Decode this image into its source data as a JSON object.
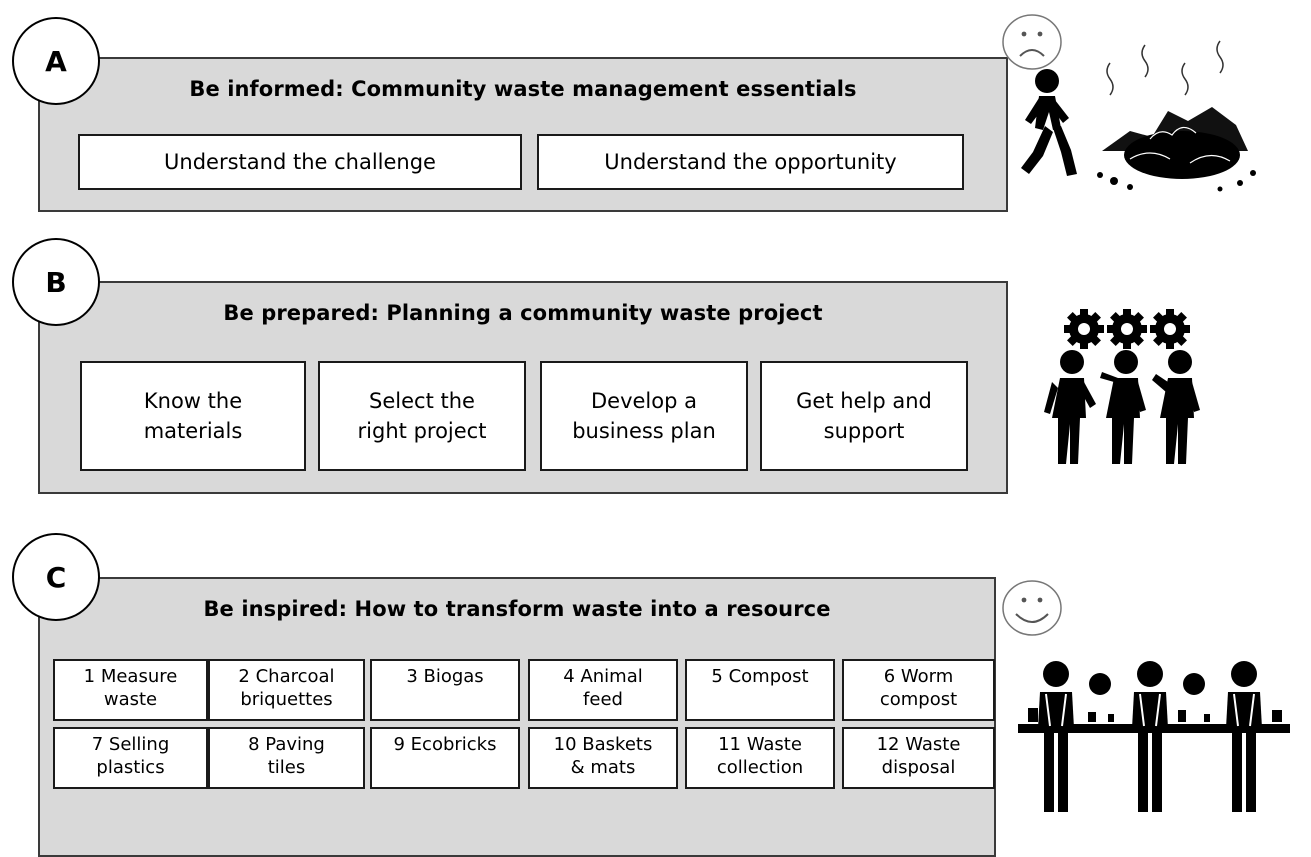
{
  "sections": {
    "a": {
      "letter": "A",
      "title": "Be informed: Community waste management essentials",
      "items": [
        "Understand the challenge",
        "Understand the opportunity"
      ]
    },
    "b": {
      "letter": "B",
      "title": "Be prepared: Planning a community waste project",
      "items": [
        {
          "line1": "Know the",
          "line2": "materials"
        },
        {
          "line1": "Select the",
          "line2": "right project"
        },
        {
          "line1": "Develop a",
          "line2": "business plan"
        },
        {
          "line1": "Get help and",
          "line2": "support"
        }
      ]
    },
    "c": {
      "letter": "C",
      "title": "Be inspired: How to transform waste into a resource",
      "items": [
        {
          "line1": "1 Measure",
          "line2": "waste"
        },
        {
          "line1": "2 Charcoal",
          "line2": "briquettes"
        },
        {
          "line1": "3 Biogas",
          "line2": ""
        },
        {
          "line1": "4 Animal",
          "line2": "feed"
        },
        {
          "line1": "5 Compost",
          "line2": ""
        },
        {
          "line1": "6 Worm",
          "line2": "compost"
        },
        {
          "line1": "7 Selling",
          "line2": "plastics"
        },
        {
          "line1": "8 Paving",
          "line2": "tiles"
        },
        {
          "line1": "9 Ecobricks",
          "line2": ""
        },
        {
          "line1": "10 Baskets",
          "line2": "& mats"
        },
        {
          "line1": "11 Waste",
          "line2": "collection"
        },
        {
          "line1": "12 Waste",
          "line2": "disposal"
        }
      ]
    }
  },
  "illustrations": {
    "a": [
      "sad-face-icon",
      "walking-person-icon",
      "garbage-pile-icon"
    ],
    "b": [
      "gears-icon",
      "team-thinking-icon"
    ],
    "c": [
      "happy-face-icon",
      "workers-sorting-icon"
    ]
  },
  "colors": {
    "panel": "#d9d9d9",
    "border": "#1a1a1a",
    "box": "#ffffff",
    "ink": "#000000"
  }
}
